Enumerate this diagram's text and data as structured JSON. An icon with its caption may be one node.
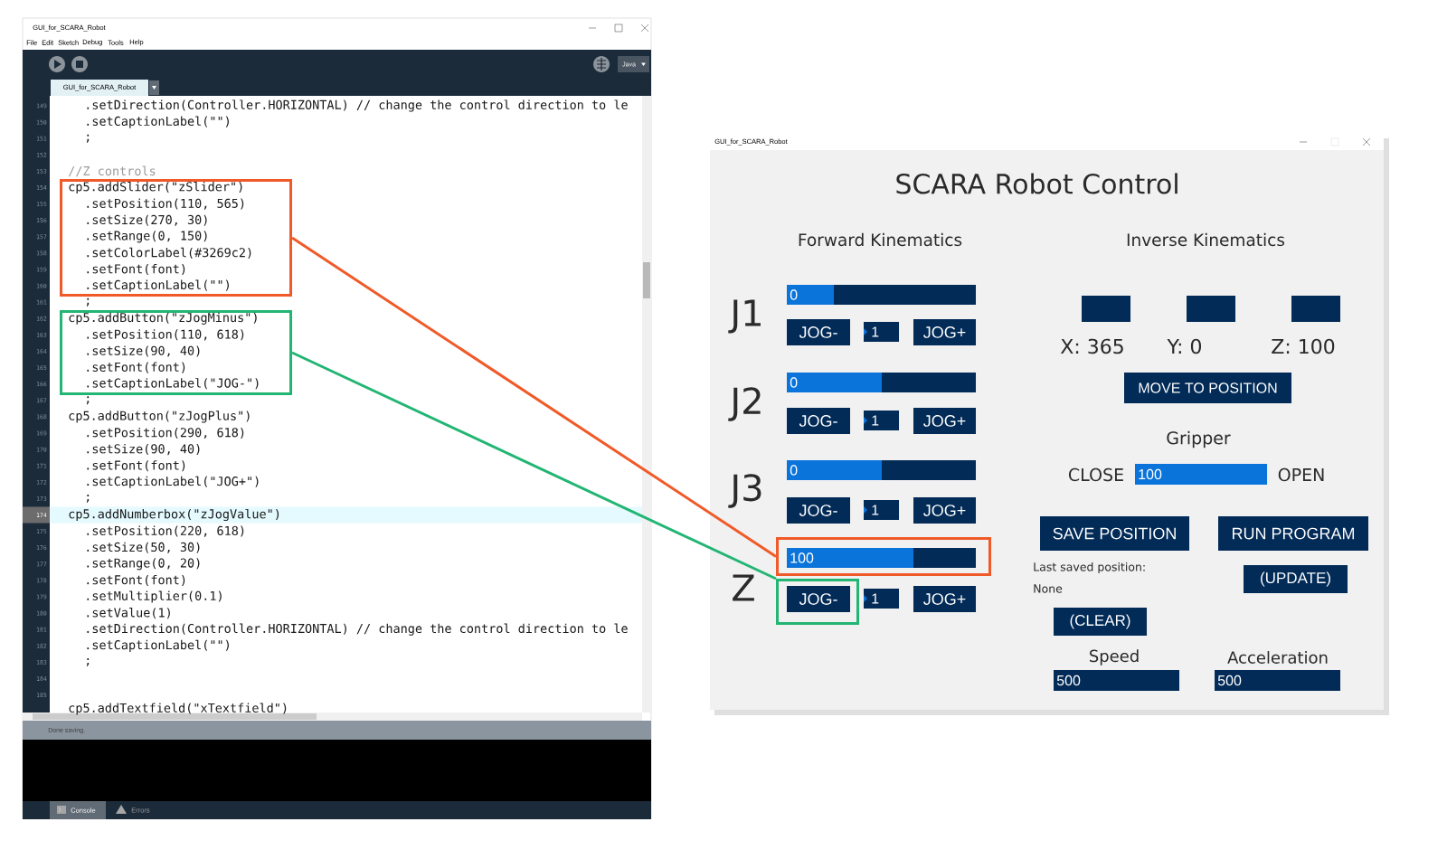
{
  "diagram": {
    "nodes": [
      {
        "text": [
          "cp5.addSlider(\"zSlider\")",
          ".setPosition(110, 565)",
          ".setSize(270, 30)",
          ".setRange(0, 150)",
          ".setColorLabel(#3269c2)",
          ".setFont(font)",
          ".setCaptionLabel(\"\")"
        ]
      },
      {
        "text": [
          "cp5.addButton(\"zJogMinus\")",
          ".setPosition(110, 618)",
          ".setSize(90, 40)",
          ".setFont(font)",
          ".setCaptionLabel(\"JOG-\")"
        ]
      },
      {
        "text": [
          "100"
        ]
      },
      {
        "text": [
          "JOG-"
        ]
      }
    ],
    "edges": [
      {
        "from": 0,
        "to": 2,
        "arrow": "none",
        "color": "#f05a28"
      },
      {
        "from": 1,
        "to": 3,
        "arrow": "none",
        "color": "#22b573"
      }
    ],
    "labels": [
      "GUI_for_SCARA_Robot",
      "File",
      "Edit",
      "Sketch",
      "Debug",
      "Tools",
      "Help",
      "Java",
      "GUI_for_SCARA_Robot",
      "149",
      ".setDirection(Controller.HORIZONTAL) // change the control direction to le",
      "150",
      ".setCaptionLabel(\"\")",
      "151",
      ";",
      "152",
      "153",
      "//Z controls",
      "154",
      "155",
      "156",
      "157",
      "158",
      "159",
      "160",
      "161",
      ";",
      "162",
      "163",
      "164",
      "165",
      "166",
      "167",
      ";",
      "168",
      "cp5.addButton(\"zJogPlus\")",
      "169",
      ".setPosition(290, 618)",
      "170",
      ".setSize(90, 40)",
      "171",
      ".setFont(font)",
      "172",
      ".setCaptionLabel(\"JOG+\")",
      "173",
      ";",
      "174",
      "cp5.addNumberbox(\"zJogValue\")",
      "175",
      ".setPosition(220, 618)",
      "176",
      ".setSize(50, 30)",
      "177",
      ".setRange(0, 20)",
      "178",
      ".setFont(font)",
      "179",
      ".setMultiplier(0.1)",
      "180",
      ".setValue(1)",
      "181",
      ".setDirection(Controller.HORIZONTAL) // change the control direction to le",
      "182",
      ".setCaptionLabel(\"\")",
      "183",
      ";",
      "184",
      "185",
      "cp5.addTextfield(\"xTextfield\")",
      "Done saving.",
      "Console",
      "Errors",
      "GUI_for_SCARA_Robot",
      "SCARA Robot Control",
      "Forward Kinematics",
      "Inverse Kinematics",
      "J1",
      "0",
      "JOG-",
      "1",
      "JOG+",
      "J2",
      "0",
      "JOG-",
      "1",
      "JOG+",
      "J3",
      "0",
      "JOG-",
      "1",
      "JOG+",
      "Z",
      "1",
      "JOG+",
      "X: 365",
      "Y: 0",
      "Z: 100",
      "MOVE TO POSITION",
      "Gripper",
      "CLOSE",
      "100",
      "OPEN",
      "SAVE POSITION",
      "RUN PROGRAM",
      "Last saved position:",
      "None",
      "(UPDATE)",
      "(CLEAR)",
      "Speed",
      "Acceleration",
      "500",
      "500"
    ]
  }
}
